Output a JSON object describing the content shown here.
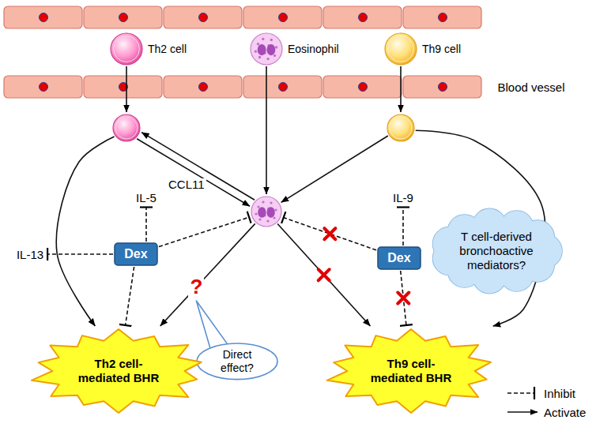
{
  "diagram": {
    "nodes": [
      {
        "text": [
          "Th2 cell"
        ]
      },
      {
        "text": [
          "Eosinophil"
        ]
      },
      {
        "text": [
          "Th9 cell"
        ]
      },
      {
        "text": []
      },
      {
        "text": []
      },
      {
        "text": []
      },
      {
        "text": [
          "T cell-derived bronchoactive mediators?"
        ]
      },
      {
        "text": [
          "Dex"
        ]
      },
      {
        "text": [
          "Dex"
        ]
      },
      {
        "text": [
          "Direct effect?"
        ]
      },
      {
        "text": [
          "Th2 cell-mediated BHR"
        ]
      },
      {
        "text": [
          "Th9 cell-mediated BHR"
        ]
      }
    ],
    "edges": [
      {
        "from": 0,
        "to": 3,
        "arrow": "to"
      },
      {
        "from": 1,
        "to": 5,
        "arrow": "to"
      },
      {
        "from": 2,
        "to": 4,
        "arrow": "to"
      },
      {
        "from": 3,
        "to": 5,
        "arrow": "to"
      },
      {
        "from": 5,
        "to": 3,
        "label": "CCL11",
        "arrow": "to"
      },
      {
        "from": 4,
        "to": 5,
        "arrow": "to"
      },
      {
        "from": 3,
        "to": 10,
        "arrow": "to"
      },
      {
        "from": 4,
        "to": 11,
        "arrow": "to"
      },
      {
        "from": 7,
        "to": 5,
        "arrow": "to"
      },
      {
        "from": 7,
        "to": 10,
        "arrow": "to"
      },
      {
        "from": 8,
        "to": 5,
        "arrow": "to"
      },
      {
        "from": 8,
        "to": 11,
        "arrow": "to"
      },
      {
        "from": 5,
        "to": 10,
        "label": "?",
        "arrow": "to"
      },
      {
        "from": 5,
        "to": 11,
        "arrow": "to"
      }
    ],
    "labels": [
      "Blood vessel",
      "IL-5",
      "IL-13",
      "IL-9"
    ],
    "legend": [
      {
        "text": "Inhibit"
      },
      {
        "text": "Activate"
      }
    ]
  }
}
